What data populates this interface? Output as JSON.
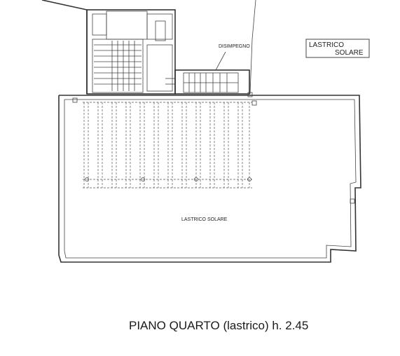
{
  "plan": {
    "room_label_disimpegno": "DISIMPEGNO",
    "legend_box_line1": "LASTRICO",
    "legend_box_line2": "SOLARE",
    "terrace_label": "LASTRICO SOLARE",
    "caption": "PIANO QUARTO (lastrico) h. 2.45"
  }
}
